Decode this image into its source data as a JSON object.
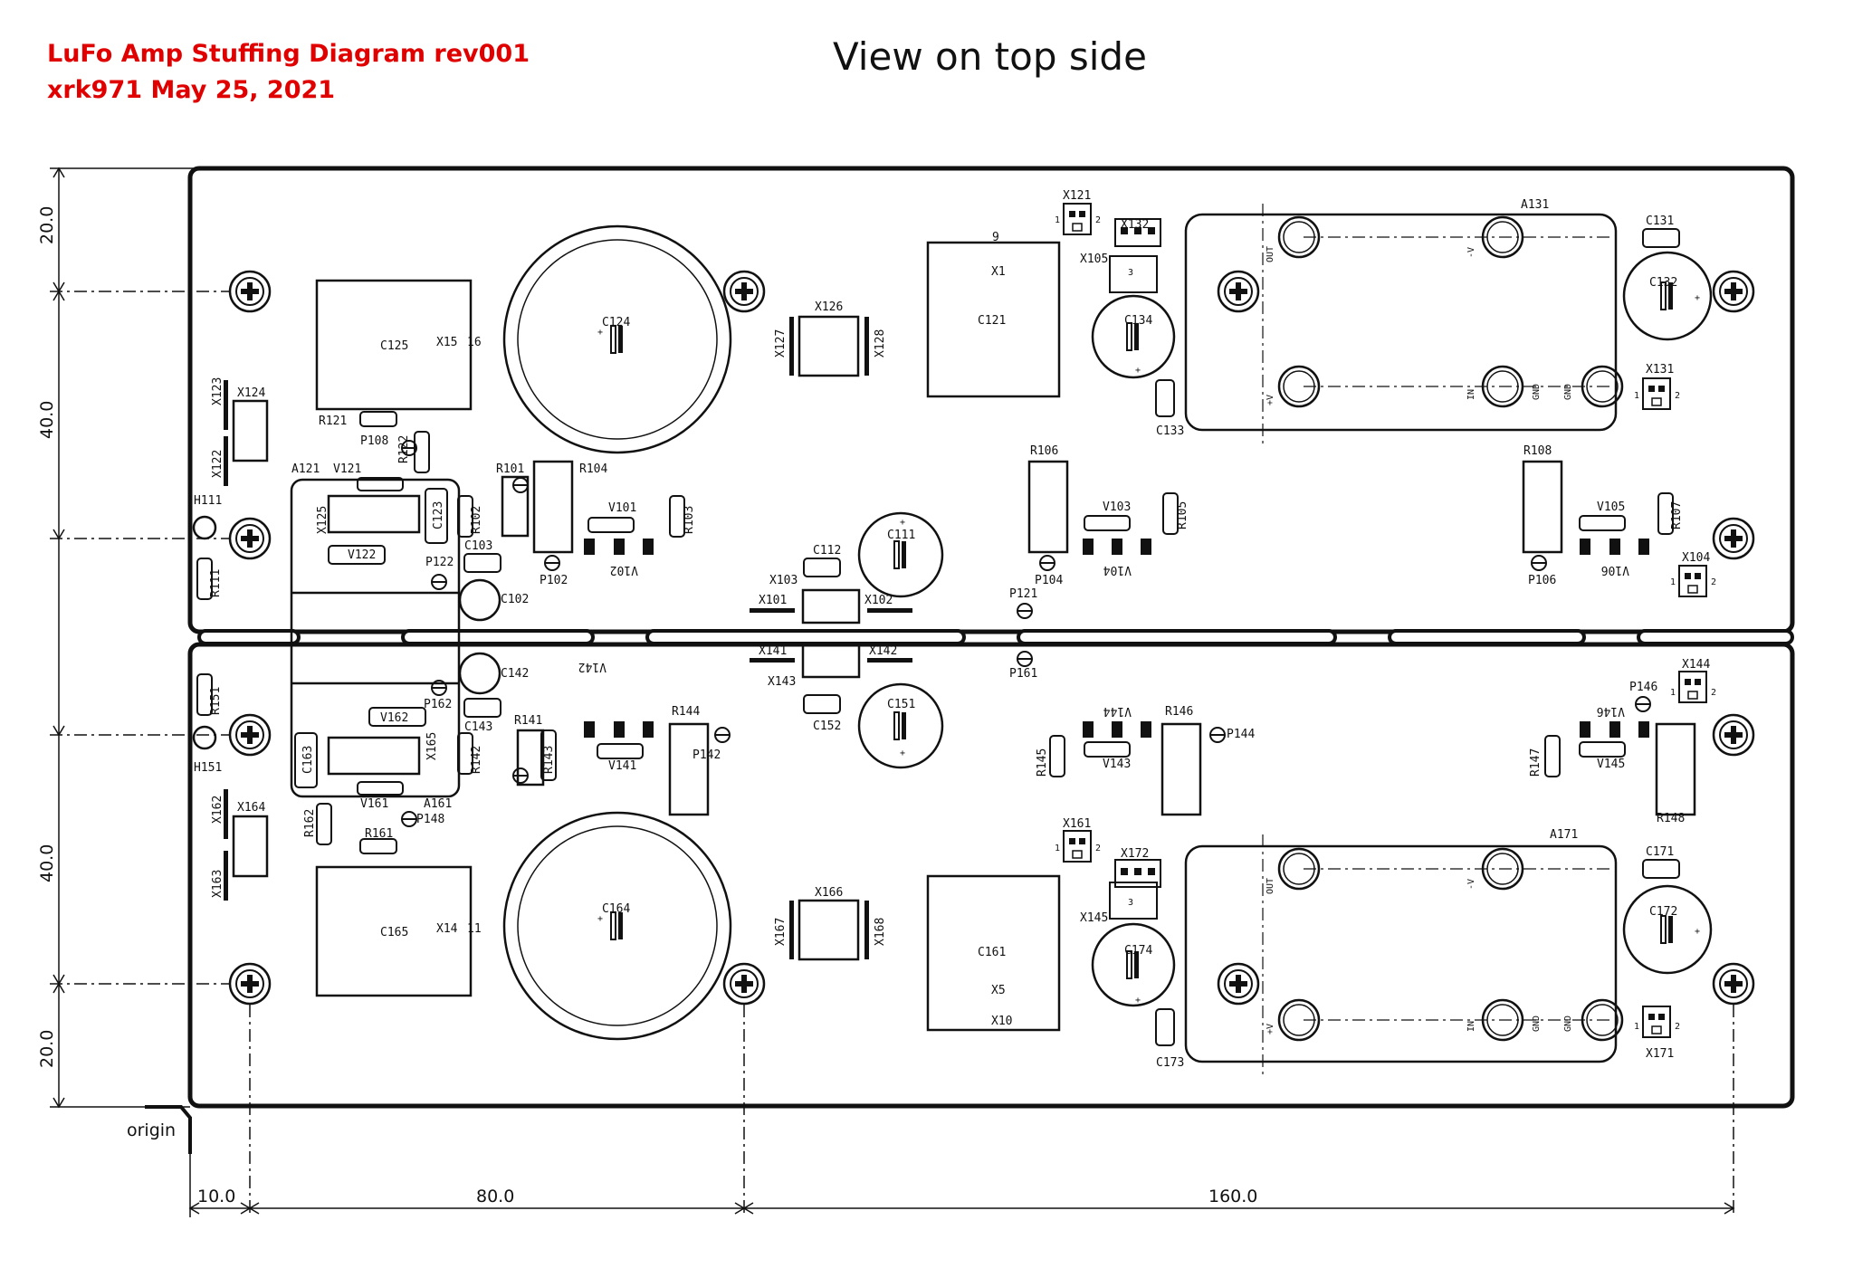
{
  "header": {
    "title_line1": "LuFo Amp Stuffing Diagram rev001",
    "title_line2": "xrk971  May 25, 2021"
  },
  "view_title": "View on top side",
  "origin_label": "origin",
  "dimensions": {
    "horizontal": [
      "10.0",
      "80.0",
      "160.0"
    ],
    "vertical": [
      "20.0",
      "40.0",
      "40.0",
      "20.0"
    ]
  },
  "colors": {
    "title": "#e00000",
    "ink": "#111111"
  },
  "components": {
    "C125": "C125",
    "C165": "C165",
    "C124": "C124",
    "C164": "C164",
    "C121": "C121",
    "C161": "C161",
    "X1": "X1",
    "X5": "X5",
    "X9": "9",
    "X10": "X10",
    "X15": "X15",
    "X16": "16",
    "X14": "X14",
    "X11": "11",
    "X121": "X121",
    "X132": "X132",
    "X105": "X105",
    "X131": "X131",
    "X104": "X104",
    "X161": "X161",
    "X172": "X172",
    "X145": "X145",
    "X171": "X171",
    "X144": "X144",
    "X126": "X126",
    "X127": "X127",
    "X128": "X128",
    "X166": "X166",
    "X167": "X167",
    "X168": "X168",
    "X123": "X123",
    "X124": "X124",
    "X122": "X122",
    "X162": "X162",
    "X164": "X164",
    "X163": "X163",
    "X125": "X125",
    "X165": "X165",
    "X101": "X101",
    "X102": "X102",
    "X103": "X103",
    "X141": "X141",
    "X142": "X142",
    "X143": "X143",
    "C134": "C134",
    "C133": "C133",
    "C131": "C131",
    "C132": "C132",
    "C174": "C174",
    "C173": "C173",
    "C171": "C171",
    "C172": "C172",
    "C111": "C111",
    "C112": "C112",
    "C151": "C151",
    "C152": "C152",
    "C102": "C102",
    "C103": "C103",
    "C142": "C142",
    "C143": "C143",
    "C123": "C123",
    "C163": "C163",
    "A131": "A131",
    "A171": "A171",
    "A121": "A121",
    "A161": "A161",
    "R121": "R121",
    "R122": "R122",
    "R161": "R161",
    "R162": "R162",
    "R101": "R101",
    "R102": "R102",
    "R103": "R103",
    "R104": "R104",
    "R105": "R105",
    "R106": "R106",
    "R107": "R107",
    "R108": "R108",
    "R141": "R141",
    "R142": "R142",
    "R143": "R143",
    "R144": "R144",
    "R145": "R145",
    "R146": "R146",
    "R147": "R147",
    "R148": "R148",
    "R111": "R111",
    "R151": "R151",
    "V121": "V121",
    "V122": "V122",
    "V161": "V161",
    "V162": "V162",
    "V101": "V101",
    "V103": "V103",
    "V105": "V105",
    "V141": "V141",
    "V143": "V143",
    "V145": "V145",
    "V102": "V102",
    "V104": "V104",
    "V106": "V106",
    "V142": "V142",
    "V144": "V144",
    "V146": "V146",
    "P102": "P102",
    "P104": "P104",
    "P106": "P106",
    "P108": "P108",
    "P121": "P121",
    "P122": "P122",
    "P142": "P142",
    "P144": "P144",
    "P146": "P146",
    "P148": "P148",
    "P161": "P161",
    "P162": "P162",
    "H111": "H111",
    "H151": "H151"
  },
  "pins": {
    "out": "OUT",
    "minus_v": "-V",
    "plus_v": "+V",
    "in": "IN",
    "gnd": "GND",
    "plus": "+",
    "one": "1",
    "two": "2",
    "three": "3"
  }
}
